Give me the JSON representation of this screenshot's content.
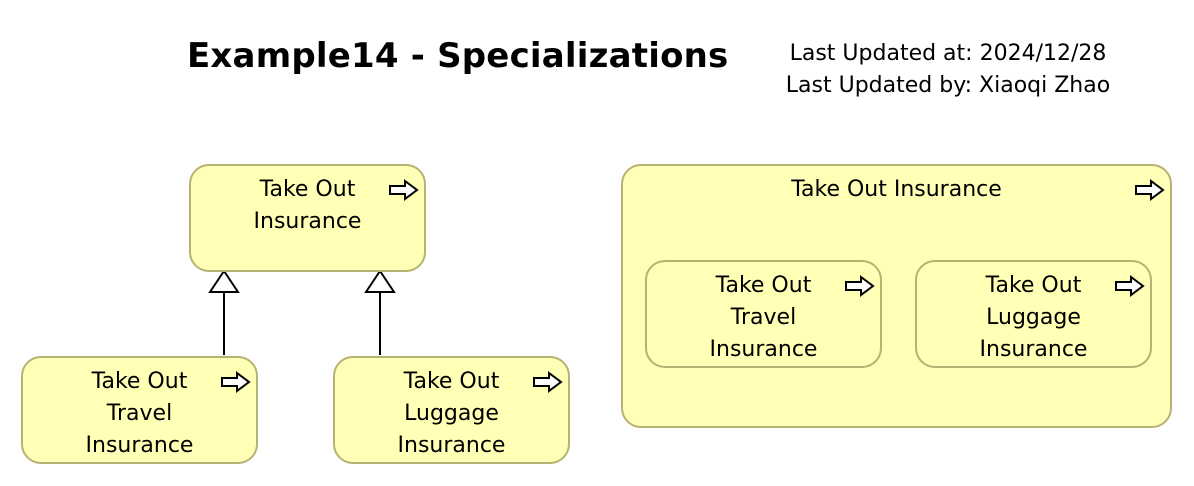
{
  "header": {
    "title": "Example14 - Specializations",
    "updated_at": "Last Updated at: 2024/12/28",
    "updated_by": "Last Updated by: Xiaoqi Zhao"
  },
  "colors": {
    "box_fill": "#ffffb5",
    "box_border": "#b5b373",
    "line": "#000000"
  },
  "left_diagram": {
    "parent": {
      "lines": [
        "Take Out",
        "Insurance"
      ],
      "icon": "process-arrow-icon"
    },
    "child_travel": {
      "lines": [
        "Take Out",
        "Travel",
        "Insurance"
      ],
      "icon": "process-arrow-icon"
    },
    "child_luggage": {
      "lines": [
        "Take Out",
        "Luggage",
        "Insurance"
      ],
      "icon": "process-arrow-icon"
    },
    "relationship": "specialization"
  },
  "right_diagram": {
    "group_label": "Take Out Insurance",
    "icon": "process-arrow-icon",
    "child_travel": {
      "lines": [
        "Take Out",
        "Travel",
        "Insurance"
      ],
      "icon": "process-arrow-icon"
    },
    "child_luggage": {
      "lines": [
        "Take Out",
        "Luggage",
        "Insurance"
      ],
      "icon": "process-arrow-icon"
    }
  }
}
